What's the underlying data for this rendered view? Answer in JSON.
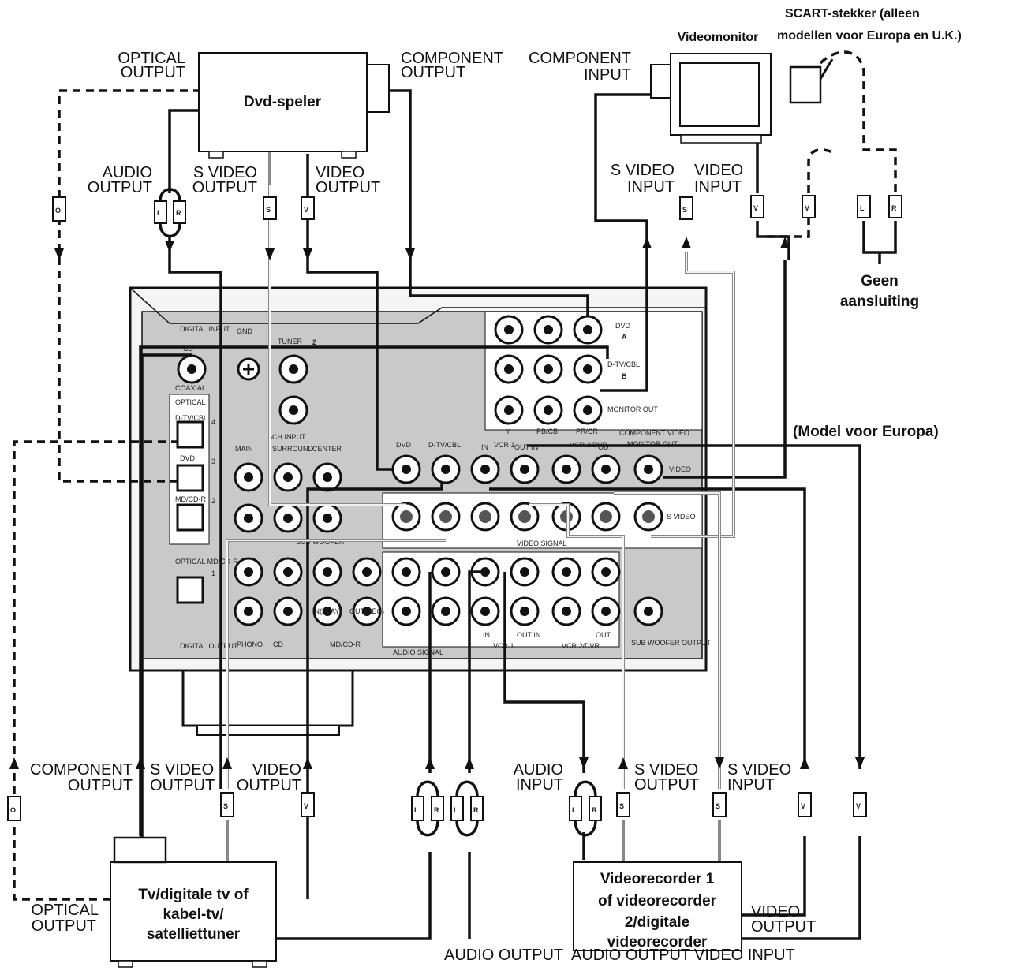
{
  "devices": {
    "dvd_player": "Dvd-speler",
    "video_monitor": "Videomonitor",
    "scart_note_1": "SCART-stekker (alleen",
    "scart_note_2": "modellen voor Europa en U.K.)",
    "no_connection_1": "Geen",
    "no_connection_2": "aansluiting",
    "model_note": "(Model voor Europa)",
    "tuner_1": "Tv/digitale tv of",
    "tuner_2": "kabel-tv/",
    "tuner_3": "satelliettuner",
    "recorder_1": "Videorecorder 1",
    "recorder_2": "of videorecorder",
    "recorder_3": "2/digitale",
    "recorder_4": "videorecorder"
  },
  "labels": {
    "optical_output_1": "OPTICAL",
    "optical_output_2": "OUTPUT",
    "component_output_1": "COMPONENT",
    "component_output_2": "OUTPUT",
    "component_input_1": "COMPONENT",
    "component_input_2": "INPUT",
    "audio_output_1": "AUDIO",
    "audio_output_2": "OUTPUT",
    "s_video_output_1": "S VIDEO",
    "s_video_output_2": "OUTPUT",
    "video_output_1": "VIDEO",
    "video_output_2": "OUTPUT",
    "s_video_input_1": "S VIDEO",
    "s_video_input_2": "INPUT",
    "video_input_1": "VIDEO",
    "video_input_2": "INPUT",
    "audio_input_1": "AUDIO",
    "audio_input_2": "INPUT",
    "bottom_audio_output_a": "AUDIO OUTPUT",
    "bottom_audio_output_b": "AUDIO OUTPUT",
    "bottom_video_input": "VIDEO INPUT"
  },
  "plugs": {
    "optical": "O",
    "s_video": "S",
    "video": "V",
    "left": "L",
    "right": "R"
  },
  "panel": {
    "digital_input": "DIGITAL INPUT",
    "cd": "CD",
    "coaxial": "COAXIAL",
    "gnd": "GND",
    "tuner": "TUNER",
    "tuner_num": "2",
    "optical": "OPTICAL",
    "d_tv_cbl": "D-TV/CBL",
    "dvd": "DVD",
    "md_cd_r": "MD/CD-R",
    "optical_md": "OPTICAL MD/CD-R",
    "num_4": "4",
    "num_3": "3",
    "num_2": "2",
    "num_1": "1",
    "ch_input": "6CH INPUT",
    "main": "MAIN",
    "surround": "SURROUND",
    "center": "CENTER",
    "subwoofer": "SUB WOOFER",
    "digital_output": "DIGITAL OUTPUT",
    "phono": "PHONO",
    "cd_label": "CD",
    "in_play": "IN(PLAY)",
    "out_rec": "OUT(REC)",
    "md_cd_r2": "MD/CD-R",
    "audio_signal": "AUDIO SIGNAL",
    "video_signal": "VIDEO SIGNAL",
    "vcr1": "VCR 1",
    "vcr2": "VCR 2/DVR",
    "in": "IN",
    "out_in": "OUT IN",
    "out": "OUT",
    "sub_woofer_output": "SUB WOOFER OUTPUT",
    "video": "VIDEO",
    "s_video": "S VIDEO",
    "component_video": "COMPONENT VIDEO",
    "monitor_out": "MONITOR OUT",
    "monitor_out2": "MONITOR OUT",
    "dvd_a": "DVD",
    "a": "A",
    "dtv_b": "D-TV/CBL",
    "b": "B",
    "y": "Y",
    "pb": "PB/CB",
    "pr": "PR/CR"
  }
}
